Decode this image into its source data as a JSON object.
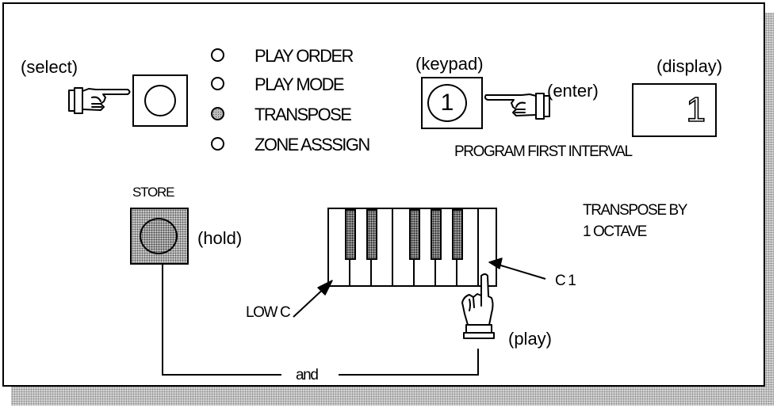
{
  "labels": {
    "select": "(select)",
    "keypad": "(keypad)",
    "enter": "(enter)",
    "display": "(display)",
    "program_first_interval": "PROGRAM FIRST INTERVAL",
    "store": "STORE",
    "hold": "(hold)",
    "transpose_by": "TRANSPOSE BY",
    "octave": "1 OCTAVE",
    "low_c": "LOW C",
    "c1": "C 1",
    "play": "(play)",
    "and": "and"
  },
  "menu": [
    {
      "label": "PLAY ORDER",
      "lit": false
    },
    {
      "label": "PLAY MODE",
      "lit": false
    },
    {
      "label": "TRANSPOSE",
      "lit": true
    },
    {
      "label": "ZONE ASSSIGN",
      "lit": false
    }
  ],
  "keypad_key": "1",
  "display_value": "1",
  "icons": {
    "select_hand": "pointing-hand-right-icon",
    "enter_hand": "pointing-hand-left-icon",
    "play_hand": "pressing-finger-hand-icon"
  },
  "colors": {
    "ink": "#000000",
    "dither": "#8c8c8c",
    "background": "#ffffff"
  }
}
